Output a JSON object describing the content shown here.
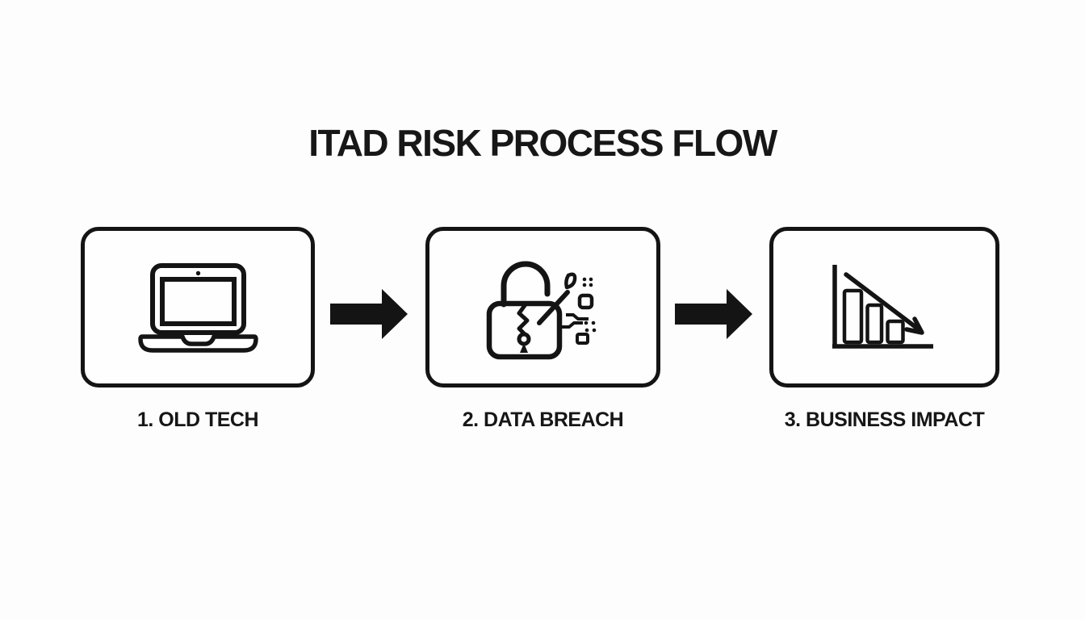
{
  "title": "ITAD RISK PROCESS FLOW",
  "steps": [
    {
      "label": "1. OLD TECH",
      "icon": "laptop-icon"
    },
    {
      "label": "2. DATA BREACH",
      "icon": "broken-lock-icon"
    },
    {
      "label": "3. BUSINESS IMPACT",
      "icon": "declining-chart-icon"
    }
  ],
  "arrows": [
    {
      "direction": "right"
    },
    {
      "direction": "right"
    }
  ],
  "colors": {
    "background": "#fdfdfd",
    "ink": "#141414",
    "box_fill": "#fefefe"
  }
}
